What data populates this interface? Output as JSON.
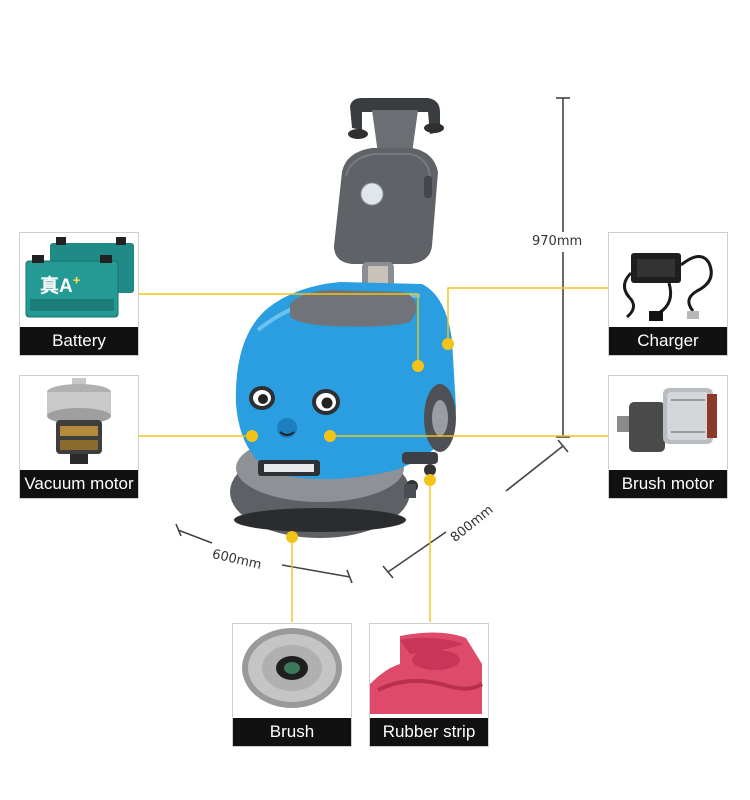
{
  "dimensions": {
    "height": "970mm",
    "width": "600mm",
    "depth": "800mm"
  },
  "components": {
    "battery": {
      "label": "Battery",
      "badge": "真A",
      "badge_plus": "+"
    },
    "charger": {
      "label": "Charger"
    },
    "vacuum_motor": {
      "label": "Vacuum motor"
    },
    "brush_motor": {
      "label": "Brush motor"
    },
    "brush": {
      "label": "Brush"
    },
    "rubber_strip": {
      "label": "Rubber strip"
    }
  },
  "colors": {
    "body_blue": "#2a9ee0",
    "callout_yellow": "#f2c318",
    "label_bg": "#111111",
    "base_gray": "#5d6064"
  }
}
